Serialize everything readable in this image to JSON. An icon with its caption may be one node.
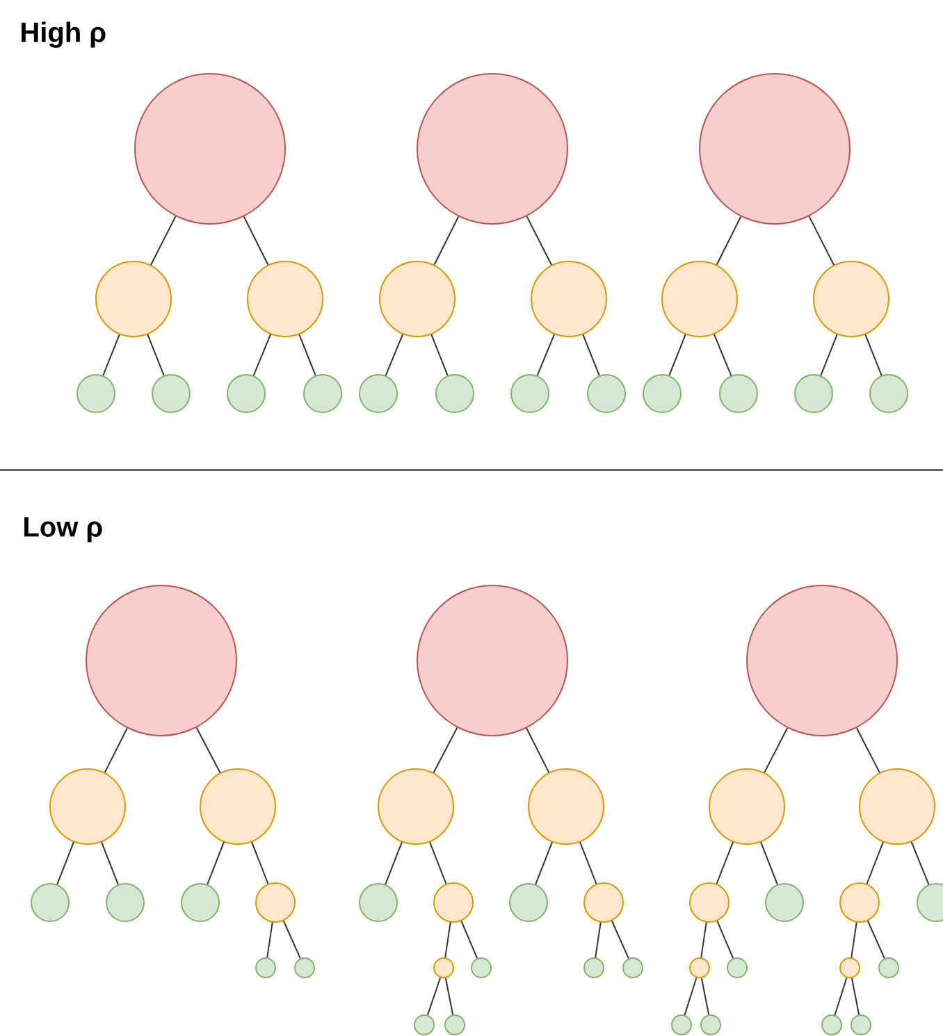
{
  "diagram": {
    "nodes": [
      {
        "text": [],
        "shape": "circle"
      },
      {
        "text": [],
        "shape": "circle"
      },
      {
        "text": [],
        "shape": "circle"
      },
      {
        "text": [],
        "shape": "circle"
      },
      {
        "text": [],
        "shape": "circle"
      },
      {
        "text": [],
        "shape": "circle"
      },
      {
        "text": [],
        "shape": "circle"
      },
      {
        "text": [],
        "shape": "circle"
      },
      {
        "text": [],
        "shape": "circle"
      },
      {
        "text": [],
        "shape": "circle"
      },
      {
        "text": [],
        "shape": "circle"
      },
      {
        "text": [],
        "shape": "circle"
      },
      {
        "text": [],
        "shape": "circle"
      },
      {
        "text": [],
        "shape": "circle"
      },
      {
        "text": [],
        "shape": "circle"
      },
      {
        "text": [],
        "shape": "circle"
      },
      {
        "text": [],
        "shape": "circle"
      },
      {
        "text": [],
        "shape": "circle"
      },
      {
        "text": [],
        "shape": "circle"
      },
      {
        "text": [],
        "shape": "circle"
      },
      {
        "text": [],
        "shape": "circle"
      },
      {
        "text": [],
        "shape": "circle"
      },
      {
        "text": [],
        "shape": "circle"
      },
      {
        "text": [],
        "shape": "circle"
      },
      {
        "text": [],
        "shape": "circle"
      },
      {
        "text": [],
        "shape": "circle"
      },
      {
        "text": [],
        "shape": "circle"
      },
      {
        "text": [],
        "shape": "circle"
      },
      {
        "text": [],
        "shape": "circle"
      },
      {
        "text": [],
        "shape": "circle"
      },
      {
        "text": [],
        "shape": "circle"
      },
      {
        "text": [],
        "shape": "circle"
      },
      {
        "text": [],
        "shape": "circle"
      },
      {
        "text": [],
        "shape": "circle"
      },
      {
        "text": [],
        "shape": "circle"
      },
      {
        "text": [],
        "shape": "circle"
      },
      {
        "text": [],
        "shape": "circle"
      },
      {
        "text": [],
        "shape": "circle"
      },
      {
        "text": [],
        "shape": "circle"
      },
      {
        "text": [],
        "shape": "circle"
      },
      {
        "text": [],
        "shape": "circle"
      },
      {
        "text": [],
        "shape": "circle"
      },
      {
        "text": [],
        "shape": "circle"
      },
      {
        "text": [],
        "shape": "circle"
      },
      {
        "text": [],
        "shape": "circle"
      },
      {
        "text": [],
        "shape": "circle"
      },
      {
        "text": [],
        "shape": "circle"
      },
      {
        "text": [],
        "shape": "circle"
      },
      {
        "text": [],
        "shape": "circle"
      },
      {
        "text": [],
        "shape": "circle"
      },
      {
        "text": [],
        "shape": "circle"
      },
      {
        "text": [],
        "shape": "circle"
      },
      {
        "text": [],
        "shape": "circle"
      },
      {
        "text": [],
        "shape": "circle"
      },
      {
        "text": [],
        "shape": "circle"
      },
      {
        "text": [],
        "shape": "circle"
      },
      {
        "text": [],
        "shape": "circle"
      },
      {
        "text": [],
        "shape": "circle"
      }
    ],
    "edges": [
      {
        "from": 0,
        "to": 1,
        "arrow": "none"
      },
      {
        "from": 0,
        "to": 2,
        "arrow": "none"
      },
      {
        "from": 1,
        "to": 3,
        "arrow": "none"
      },
      {
        "from": 1,
        "to": 4,
        "arrow": "none"
      },
      {
        "from": 2,
        "to": 5,
        "arrow": "none"
      },
      {
        "from": 2,
        "to": 6,
        "arrow": "none"
      },
      {
        "from": 7,
        "to": 8,
        "arrow": "none"
      },
      {
        "from": 7,
        "to": 9,
        "arrow": "none"
      },
      {
        "from": 8,
        "to": 10,
        "arrow": "none"
      },
      {
        "from": 8,
        "to": 11,
        "arrow": "none"
      },
      {
        "from": 9,
        "to": 12,
        "arrow": "none"
      },
      {
        "from": 9,
        "to": 13,
        "arrow": "none"
      },
      {
        "from": 14,
        "to": 15,
        "arrow": "none"
      },
      {
        "from": 14,
        "to": 16,
        "arrow": "none"
      },
      {
        "from": 15,
        "to": 17,
        "arrow": "none"
      },
      {
        "from": 15,
        "to": 18,
        "arrow": "none"
      },
      {
        "from": 16,
        "to": 19,
        "arrow": "none"
      },
      {
        "from": 16,
        "to": 20,
        "arrow": "none"
      },
      {
        "from": 21,
        "to": 22,
        "arrow": "none"
      },
      {
        "from": 21,
        "to": 23,
        "arrow": "none"
      },
      {
        "from": 22,
        "to": 24,
        "arrow": "none"
      },
      {
        "from": 22,
        "to": 25,
        "arrow": "none"
      },
      {
        "from": 23,
        "to": 26,
        "arrow": "none"
      },
      {
        "from": 23,
        "to": 27,
        "arrow": "none"
      },
      {
        "from": 27,
        "to": 28,
        "arrow": "none"
      },
      {
        "from": 27,
        "to": 29,
        "arrow": "none"
      },
      {
        "from": 30,
        "to": 31,
        "arrow": "none"
      },
      {
        "from": 30,
        "to": 32,
        "arrow": "none"
      },
      {
        "from": 31,
        "to": 33,
        "arrow": "none"
      },
      {
        "from": 31,
        "to": 34,
        "arrow": "none"
      },
      {
        "from": 32,
        "to": 35,
        "arrow": "none"
      },
      {
        "from": 32,
        "to": 36,
        "arrow": "none"
      },
      {
        "from": 34,
        "to": 37,
        "arrow": "none"
      },
      {
        "from": 34,
        "to": 38,
        "arrow": "none"
      },
      {
        "from": 36,
        "to": 39,
        "arrow": "none"
      },
      {
        "from": 36,
        "to": 40,
        "arrow": "none"
      },
      {
        "from": 37,
        "to": 41,
        "arrow": "none"
      },
      {
        "from": 37,
        "to": 42,
        "arrow": "none"
      },
      {
        "from": 43,
        "to": 44,
        "arrow": "none"
      },
      {
        "from": 43,
        "to": 45,
        "arrow": "none"
      },
      {
        "from": 44,
        "to": 46,
        "arrow": "none"
      },
      {
        "from": 44,
        "to": 47,
        "arrow": "none"
      },
      {
        "from": 45,
        "to": 48,
        "arrow": "none"
      },
      {
        "from": 45,
        "to": 49,
        "arrow": "none"
      },
      {
        "from": 46,
        "to": 50,
        "arrow": "none"
      },
      {
        "from": 46,
        "to": 51,
        "arrow": "none"
      },
      {
        "from": 48,
        "to": 52,
        "arrow": "none"
      },
      {
        "from": 48,
        "to": 53,
        "arrow": "none"
      },
      {
        "from": 50,
        "to": 54,
        "arrow": "none"
      },
      {
        "from": 50,
        "to": 55,
        "arrow": "none"
      },
      {
        "from": 52,
        "to": 56,
        "arrow": "none"
      },
      {
        "from": 52,
        "to": 57,
        "arrow": "none"
      }
    ],
    "labels": [
      "High ρ",
      "Low ρ"
    ]
  }
}
